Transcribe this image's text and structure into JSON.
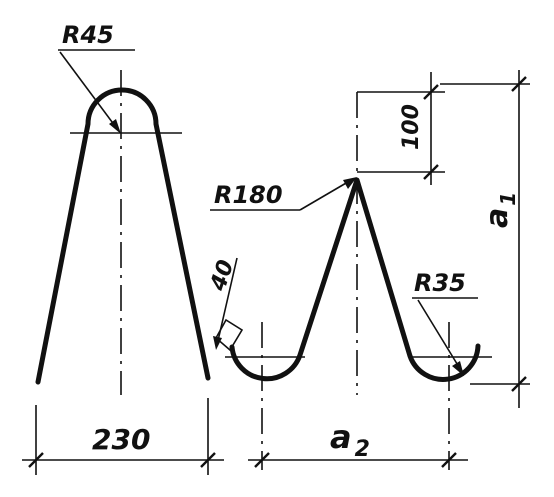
{
  "labels": {
    "r45": "R45",
    "r180": "R180",
    "r35": "R35",
    "dim_40": "40",
    "dim_100": "100",
    "dim_230": "230",
    "a1_base": "a",
    "a1_sub": "1",
    "a2_base": "a",
    "a2_sub": "2"
  }
}
